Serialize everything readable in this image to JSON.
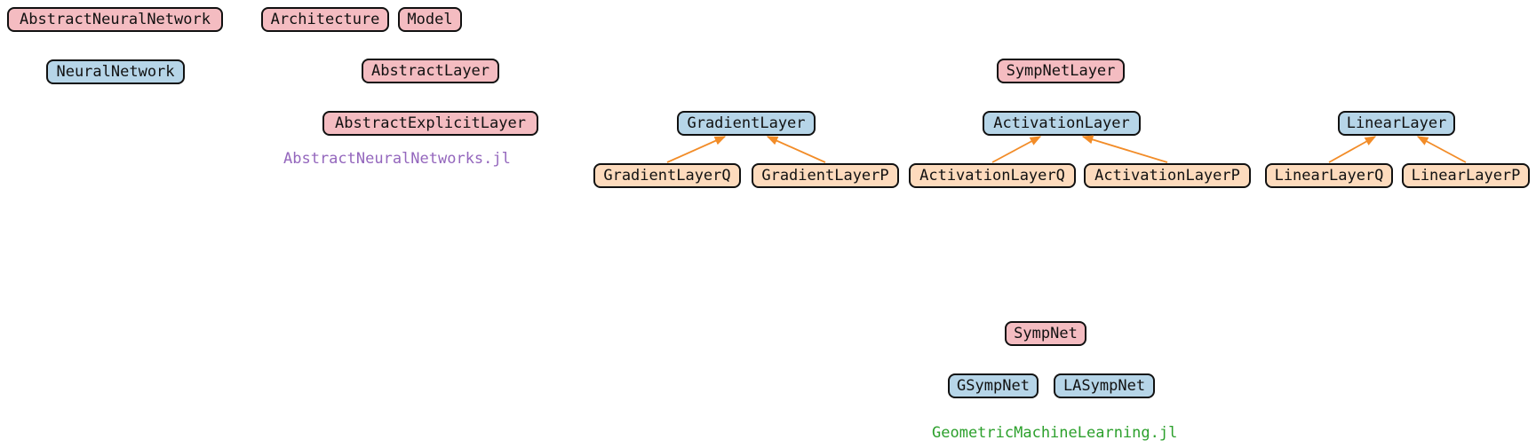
{
  "colors": {
    "abstract": "#f4bcc1",
    "concrete": "#b6d5e8",
    "variant": "#fddbbd",
    "arrow": "#f28c28",
    "pkg_anns": "#9467bd",
    "pkg_gml": "#2ca02c"
  },
  "nodes": {
    "abstract_neural_network": "AbstractNeuralNetwork",
    "architecture": "Architecture",
    "model": "Model",
    "neural_network": "NeuralNetwork",
    "abstract_layer": "AbstractLayer",
    "abstract_explicit_layer": "AbstractExplicitLayer",
    "sympnet_layer": "SympNetLayer",
    "gradient_layer": "GradientLayer",
    "gradient_layer_q": "GradientLayerQ",
    "gradient_layer_p": "GradientLayerP",
    "activation_layer": "ActivationLayer",
    "activation_layer_q": "ActivationLayerQ",
    "activation_layer_p": "ActivationLayerP",
    "linear_layer": "LinearLayer",
    "linear_layer_q": "LinearLayerQ",
    "linear_layer_p": "LinearLayerP",
    "sympnet": "SympNet",
    "gsympnet": "GSympNet",
    "lasympnet": "LASympNet"
  },
  "packages": {
    "anns": "AbstractNeuralNetworks.jl",
    "gml": "GeometricMachineLearning.jl"
  },
  "edges": [
    {
      "from": "gradient_layer_q",
      "to": "gradient_layer"
    },
    {
      "from": "gradient_layer_p",
      "to": "gradient_layer"
    },
    {
      "from": "activation_layer_q",
      "to": "activation_layer"
    },
    {
      "from": "activation_layer_p",
      "to": "activation_layer"
    },
    {
      "from": "linear_layer_q",
      "to": "linear_layer"
    },
    {
      "from": "linear_layer_p",
      "to": "linear_layer"
    }
  ]
}
